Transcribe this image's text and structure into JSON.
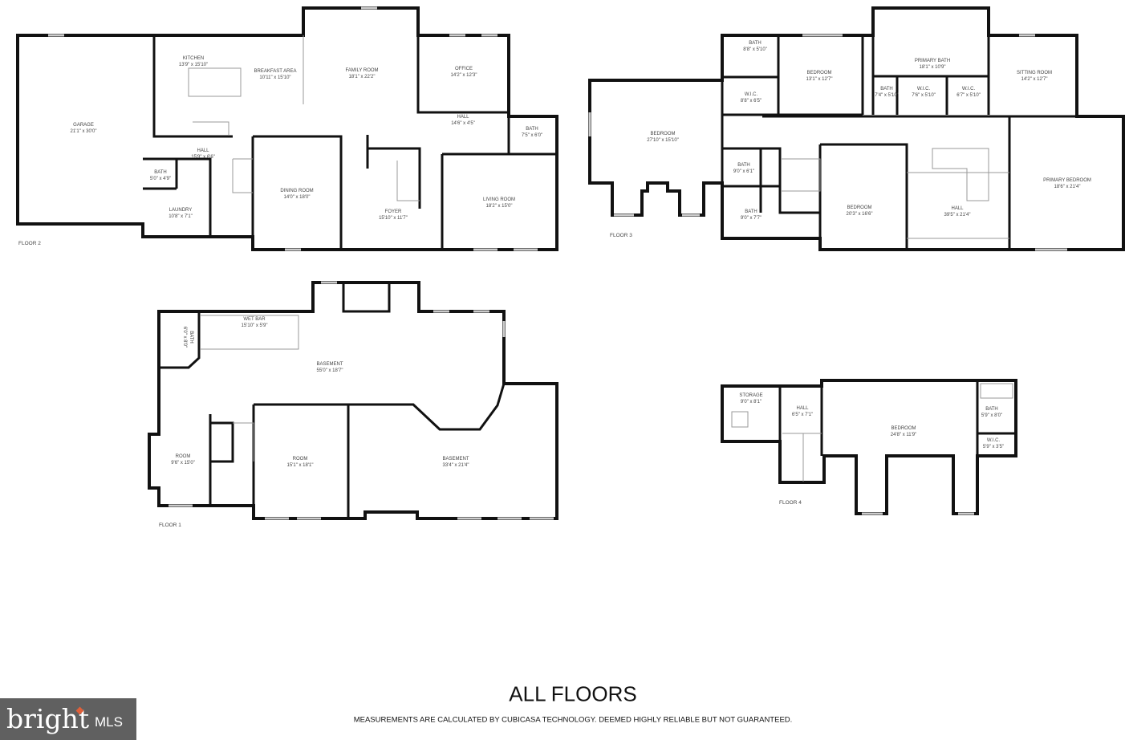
{
  "floors": {
    "floor2": {
      "label": "FLOOR 2",
      "rooms": [
        {
          "name": "GARAGE",
          "dims": "21'1\" x 30'0\""
        },
        {
          "name": "KITCHEN",
          "dims": "13'9\" x 15'10\""
        },
        {
          "name": "BREAKFAST AREA",
          "dims": "10'11\" x 15'10\""
        },
        {
          "name": "FAMILY ROOM",
          "dims": "18'1\" x 22'2\""
        },
        {
          "name": "OFFICE",
          "dims": "14'2\" x 12'3\""
        },
        {
          "name": "HALL",
          "dims": "14'6\" x 4'5\""
        },
        {
          "name": "BATH",
          "dims": "7'5\" x 6'0\""
        },
        {
          "name": "HALL",
          "dims": "15'9\" x 6'6\""
        },
        {
          "name": "BATH",
          "dims": "5'0\" x 4'9\""
        },
        {
          "name": "LAUNDRY",
          "dims": "10'8\" x 7'1\""
        },
        {
          "name": "DINING ROOM",
          "dims": "14'0\" x 18'0\""
        },
        {
          "name": "FOYER",
          "dims": "15'10\" x 11'7\""
        },
        {
          "name": "LIVING ROOM",
          "dims": "18'2\" x 15'0\""
        }
      ]
    },
    "floor3": {
      "label": "FLOOR 3",
      "rooms": [
        {
          "name": "BATH",
          "dims": "8'8\" x 5'10\""
        },
        {
          "name": "W.I.C.",
          "dims": "8'8\" x 6'5\""
        },
        {
          "name": "BEDROOM",
          "dims": "13'1\" x 12'7\""
        },
        {
          "name": "PRIMARY BATH",
          "dims": "18'1\" x 10'9\""
        },
        {
          "name": "BATH",
          "dims": "7'4\" x 5'10\""
        },
        {
          "name": "W.I.C.",
          "dims": "7'6\" x 5'10\""
        },
        {
          "name": "W.I.C.",
          "dims": "6'7\" x 5'10\""
        },
        {
          "name": "SITTING ROOM",
          "dims": "14'2\" x 12'7\""
        },
        {
          "name": "BEDROOM",
          "dims": "27'10\" x 15'10\""
        },
        {
          "name": "BATH",
          "dims": "9'0\" x 6'1\""
        },
        {
          "name": "BATH",
          "dims": "9'0\" x 7'7\""
        },
        {
          "name": "BEDROOM",
          "dims": "20'3\" x 16'6\""
        },
        {
          "name": "HALL",
          "dims": "39'5\" x 21'4\""
        },
        {
          "name": "PRIMARY BEDROOM",
          "dims": "18'6\" x 21'4\""
        }
      ]
    },
    "floor1": {
      "label": "FLOOR 1",
      "rooms": [
        {
          "name": "WET BAR",
          "dims": "15'10\" x 5'9\""
        },
        {
          "name": "BATH",
          "dims": "6'0\" x 8'0\""
        },
        {
          "name": "BASEMENT",
          "dims": "55'0\" x 18'7\""
        },
        {
          "name": "ROOM",
          "dims": "9'6\" x 15'0\""
        },
        {
          "name": "ROOM",
          "dims": "15'1\" x 18'1\""
        },
        {
          "name": "BASEMENT",
          "dims": "33'4\" x 21'4\""
        }
      ]
    },
    "floor4": {
      "label": "FLOOR 4",
      "rooms": [
        {
          "name": "STORAGE",
          "dims": "9'0\" x 8'1\""
        },
        {
          "name": "HALL",
          "dims": "6'5\" x 7'1\""
        },
        {
          "name": "BEDROOM",
          "dims": "24'8\" x 11'9\""
        },
        {
          "name": "BATH",
          "dims": "5'9\" x 8'0\""
        },
        {
          "name": "W.I.C.",
          "dims": "5'9\" x 3'5\""
        }
      ]
    }
  },
  "footer": {
    "title": "ALL FLOORS",
    "disclaimer": "MEASUREMENTS ARE CALCULATED BY CUBICASA TECHNOLOGY. DEEMED HIGHLY RELIABLE BUT NOT GUARANTEED."
  },
  "logo": {
    "brand": "bright",
    "suffix": "MLS",
    "color": "#606060",
    "accent": "#e0603a"
  }
}
